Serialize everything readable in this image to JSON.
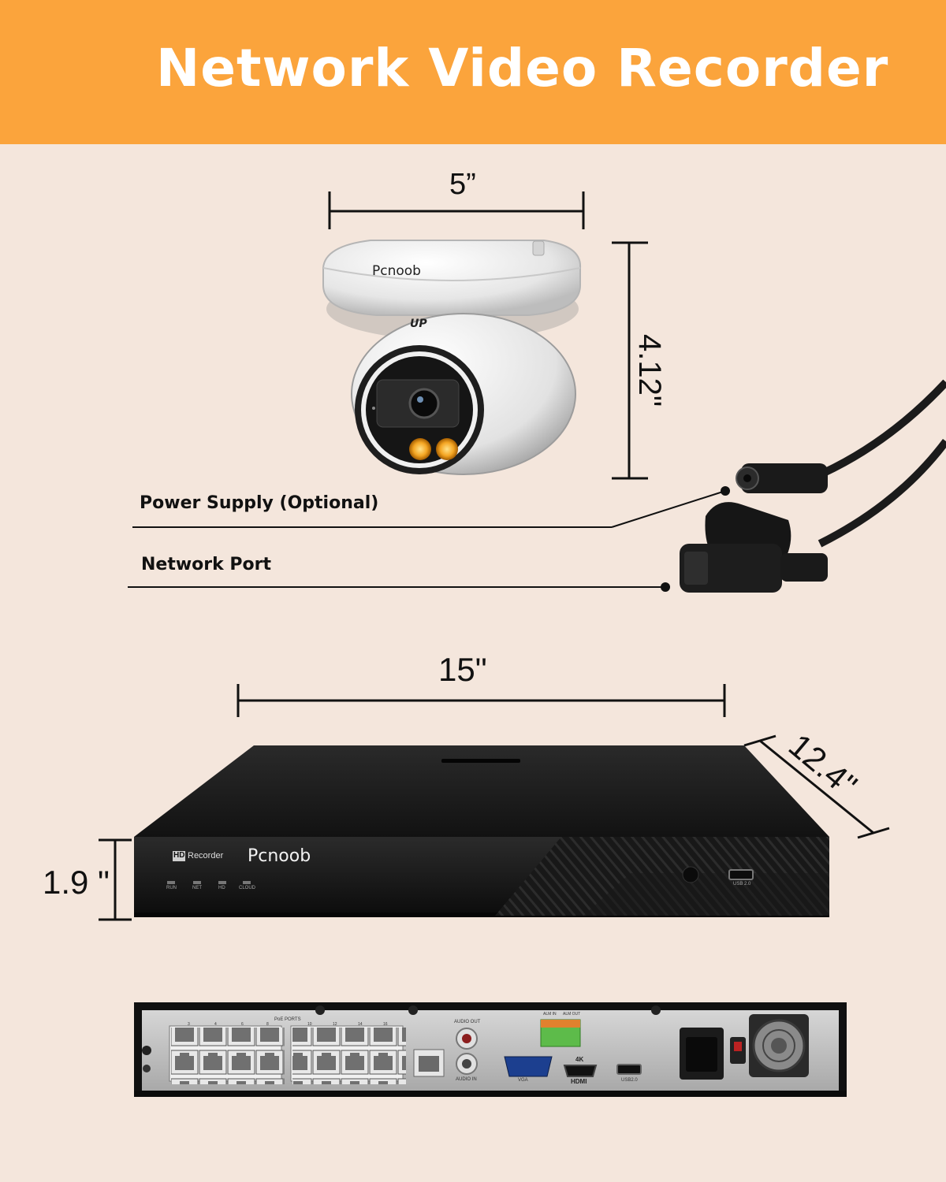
{
  "header": {
    "title": "Network Video Recorder"
  },
  "camera": {
    "brand": "Pcnoob",
    "up_mark": "UP",
    "width_dim": "5”",
    "height_dim": "4.12\""
  },
  "cable_labels": {
    "power": "Power Supply (Optional)",
    "network": "Network Port"
  },
  "nvr": {
    "brand": "Pcnoob",
    "hd_badge": "HD",
    "recorder_label": "Recorder",
    "width_dim": "15\"",
    "depth_dim": "12.4\"",
    "height_dim": "1.9 \"",
    "leds": [
      "RUN",
      "NET",
      "HD",
      "CLOUD"
    ],
    "usb_front": "USB 2.0"
  },
  "rear": {
    "poe_label": "PoE PORTS",
    "port_numbers_top": [
      "3",
      "4",
      "6",
      "8",
      "10",
      "12",
      "14",
      "16"
    ],
    "audio_out": "AUDIO OUT",
    "audio_in": "AUDIO IN",
    "alarm_in": "ALM IN",
    "alarm_out": "ALM OUT",
    "vga": "VGA",
    "hdmi_4k": "4K",
    "hdmi": "HDMI",
    "usb_rear": "USB2.0"
  },
  "colors": {
    "banner": "#fba43c",
    "background": "#f4e6dc",
    "led_amber": "#f5a623"
  }
}
